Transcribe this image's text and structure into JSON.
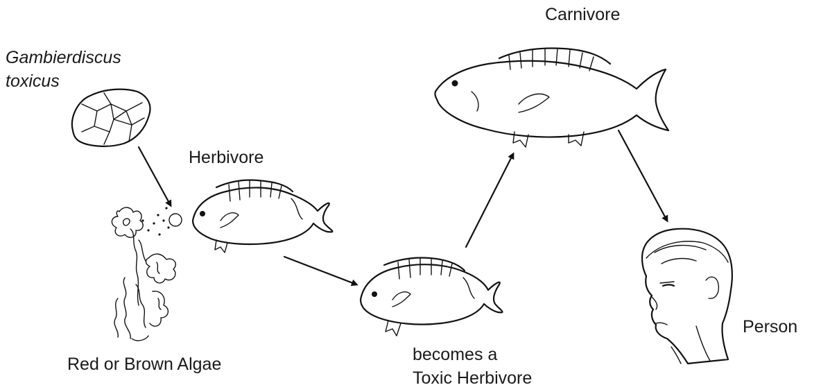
{
  "labels": {
    "organism": "Gambierdiscus toxicus",
    "organism_line1": "Gambierdiscus",
    "organism_line2": "toxicus",
    "herbivore": "Herbivore",
    "algae": "Red or Brown Algae",
    "toxic_line1": "becomes a",
    "toxic_line2": "Toxic Herbivore",
    "carnivore": "Carnivore",
    "person": "Person"
  },
  "icons": [
    "dinoflagellate-cell-icon",
    "algae-plant-icon",
    "herbivore-fish-icon",
    "toxic-herbivore-fish-icon",
    "carnivore-fish-icon",
    "person-head-icon",
    "arrow-icon"
  ]
}
